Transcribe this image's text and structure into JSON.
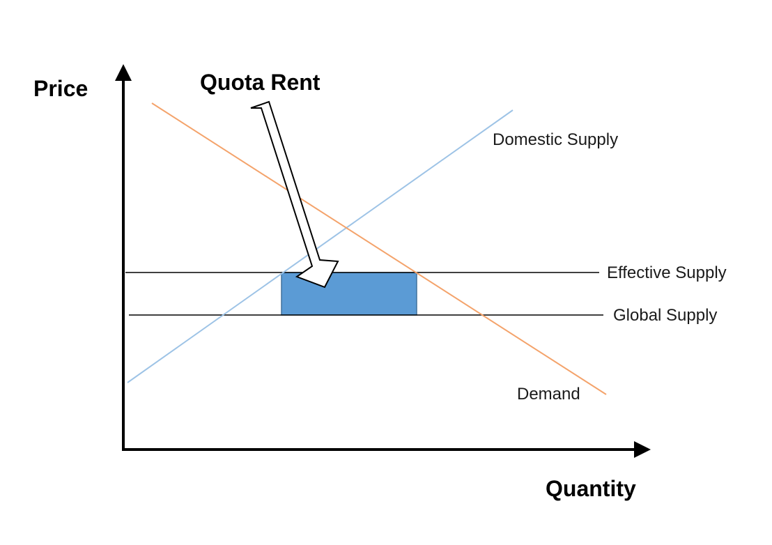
{
  "axes": {
    "y_label": "Price",
    "x_label": "Quantity"
  },
  "callout": {
    "label": "Quota Rent"
  },
  "curves": {
    "domestic_supply": "Domestic Supply",
    "effective_supply": "Effective Supply",
    "global_supply": "Global Supply",
    "demand": "Demand"
  },
  "colors": {
    "supply_line": "#9dc3e6",
    "demand_line": "#f4a36b",
    "quota_rent_fill": "#5b9bd5",
    "axis": "#000000"
  }
}
